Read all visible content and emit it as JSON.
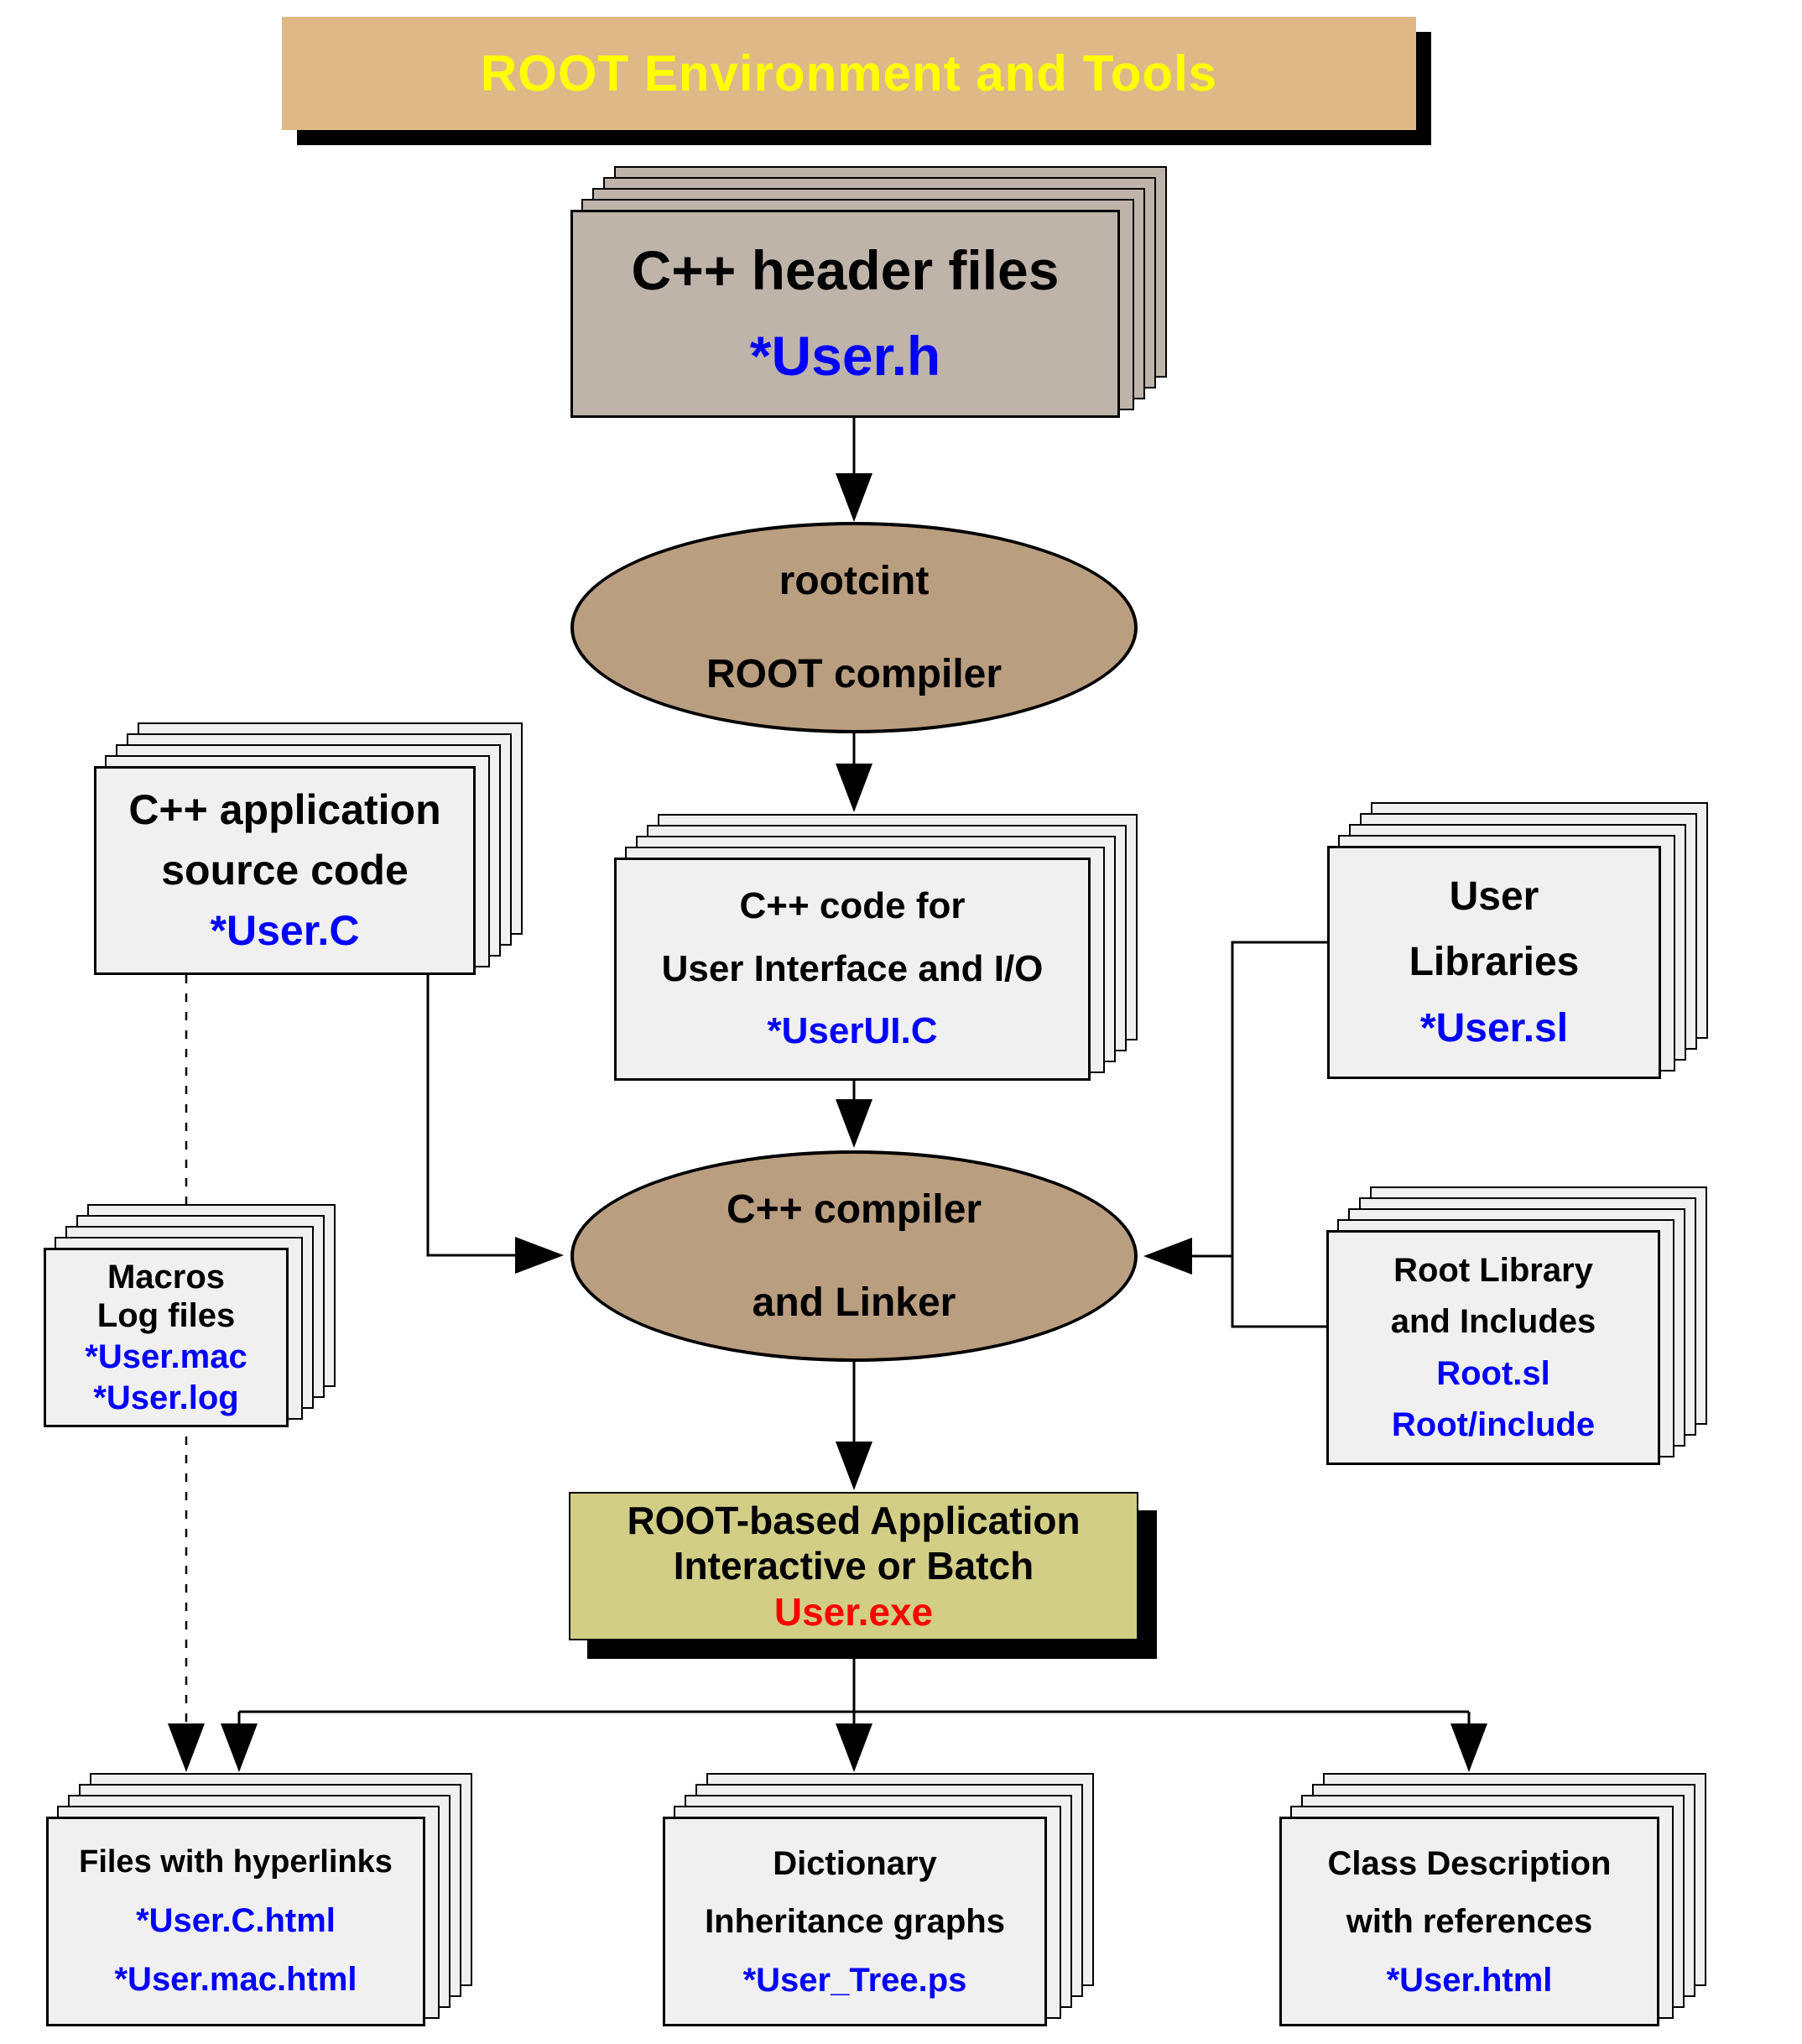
{
  "title": {
    "text": "ROOT Environment and Tools"
  },
  "nodes": {
    "header_files": {
      "title": "C++ header files",
      "file": "*User.h"
    },
    "rootcint": {
      "line1": "rootcint",
      "line2": "ROOT compiler"
    },
    "app_source": {
      "line1": "C++ application",
      "line2": "source code",
      "file": "*User.C"
    },
    "ui_code": {
      "line1": "C++ code for",
      "line2": "User Interface and I/O",
      "file": "*UserUI.C"
    },
    "user_libraries": {
      "line1": "User",
      "line2": "Libraries",
      "file": "*User.sl"
    },
    "compiler": {
      "line1": "C++ compiler",
      "line2": "and Linker"
    },
    "macros": {
      "line1": "Macros",
      "line2": "Log files",
      "file1": "*User.mac",
      "file2": "*User.log"
    },
    "root_library": {
      "line1": "Root Library",
      "line2": "and Includes",
      "file1": "Root.sl",
      "file2": "Root/include"
    },
    "application": {
      "line1": "ROOT-based Application",
      "line2": "Interactive or Batch",
      "exe": "User.exe"
    },
    "hyperlink_files": {
      "line1": "Files with hyperlinks",
      "file1": "*User.C.html",
      "file2": "*User.mac.html"
    },
    "dictionary": {
      "line1": "Dictionary",
      "line2": "Inheritance graphs",
      "file": "*User_Tree.ps"
    },
    "class_description": {
      "line1": "Class Description",
      "line2": "with references",
      "file": "*User.html"
    }
  },
  "colors": {
    "title_bg": "#DEB987",
    "title_text": "#FFFF00",
    "header_box_bg": "#BFB4AA",
    "ellipse_bg": "#BA9E80",
    "file_box_bg": "#F0F0F0",
    "application_box_bg": "#D2CE86",
    "filename_text": "#0000FF",
    "exe_text": "#FF0000",
    "line_color": "#000000"
  }
}
